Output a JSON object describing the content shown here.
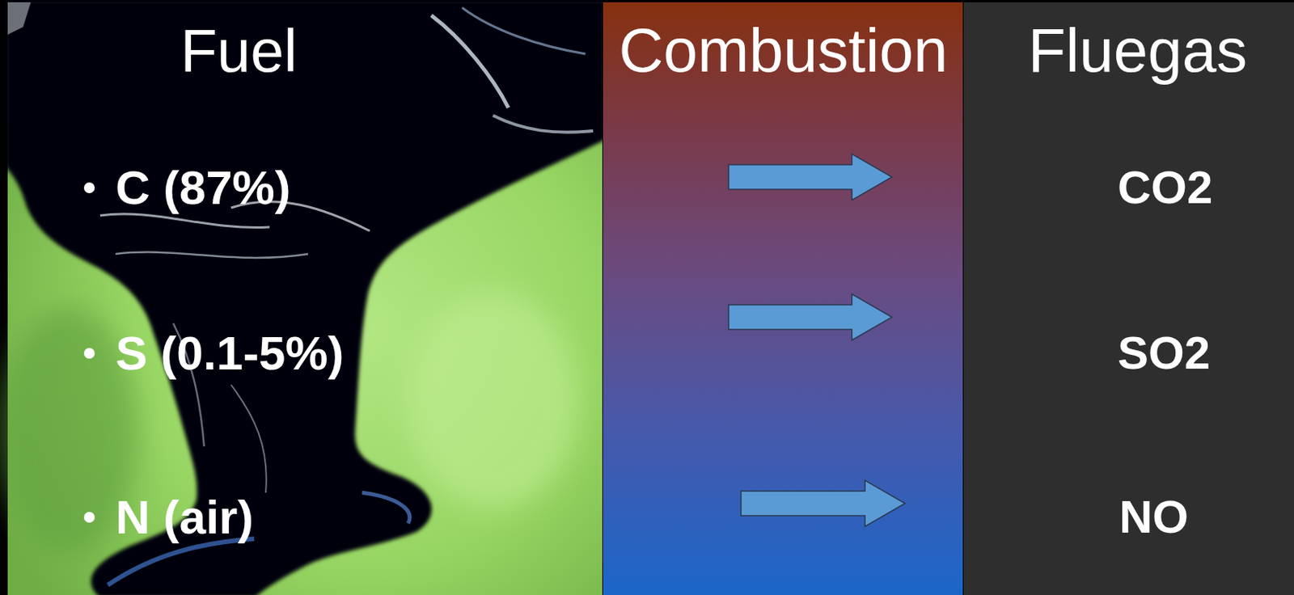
{
  "diagram": {
    "nodes": [
      {
        "text": [
          "Fuel"
        ]
      },
      {
        "text": [
          "C (87%)"
        ],
        "in": 0
      },
      {
        "text": [
          "S (0.1-5%)"
        ],
        "in": 0
      },
      {
        "text": [
          "N (air)"
        ],
        "in": 0
      },
      {
        "text": [
          "Combustion"
        ]
      },
      {
        "text": [
          "Fluegas"
        ]
      },
      {
        "text": [
          "CO2"
        ],
        "in": 5
      },
      {
        "text": [
          "SO2"
        ],
        "in": 5
      },
      {
        "text": [
          "NO"
        ],
        "in": 5
      }
    ],
    "edges": [
      {
        "from": 1,
        "to": 6,
        "arrow": "to"
      },
      {
        "from": 2,
        "to": 7,
        "arrow": "to"
      },
      {
        "from": 3,
        "to": 8,
        "arrow": "to"
      }
    ]
  }
}
